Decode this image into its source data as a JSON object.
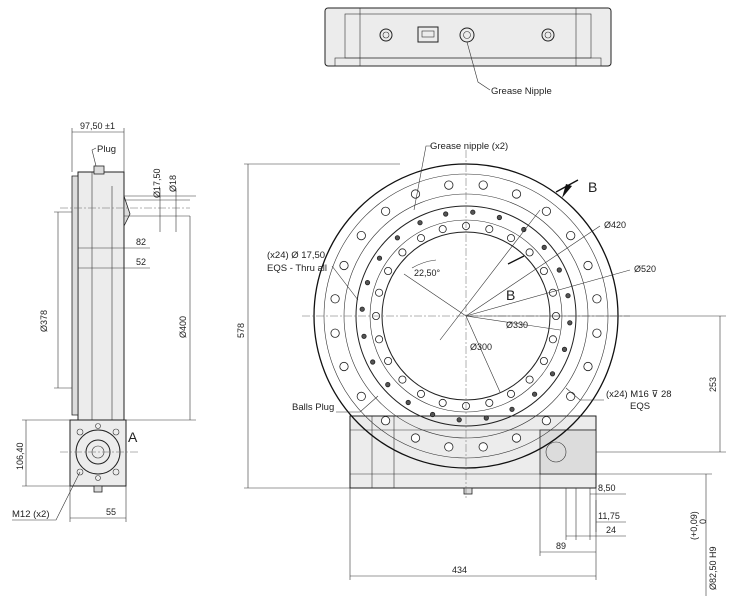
{
  "top_view": {
    "grease_nipple_label": "Grease Nipple"
  },
  "side_view": {
    "dim_width": "97,50 ±1",
    "plug_label": "Plug",
    "dim_d1750": "Ø17,50",
    "dim_d18": "Ø18",
    "dim_82": "82",
    "dim_52": "52",
    "dim_d378": "Ø378",
    "dim_d400": "Ø400",
    "dim_10640": "106,40",
    "dim_55": "55",
    "m12_label": "M12 (x2)",
    "view_a_label": "A"
  },
  "front_view": {
    "grease_nipple_x2": "Grease nipple (x2)",
    "view_b_label": "B",
    "view_b_label2": "B",
    "holes_callout_1": "(x24) Ø 17,50",
    "holes_callout_2": "EQS - Thru all",
    "angle_label": "22,50°",
    "dim_d420": "Ø420",
    "dim_d520": "Ø520",
    "dim_d330": "Ø330",
    "dim_d300": "Ø300",
    "balls_plug_label": "Balls Plug",
    "threads_callout_1": "(x24) M16 ⊽ 28",
    "threads_callout_2": "EQS",
    "dim_578": "578",
    "dim_253": "253",
    "dim_850": "8,50",
    "dim_1175": "11,75",
    "dim_24": "24",
    "dim_89": "89",
    "dim_434": "434",
    "dim_bore": "Ø82,50 H9",
    "dim_tol_upper": "(+0,09)",
    "dim_tol_lower": "0"
  }
}
